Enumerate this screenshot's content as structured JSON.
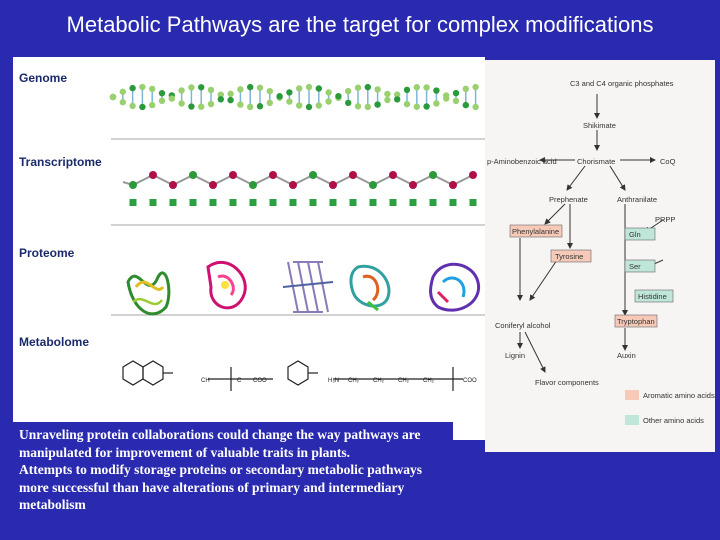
{
  "slide": {
    "title": "Metabolic Pathways are the target for complex modifications"
  },
  "omics": {
    "genome": "Genome",
    "transcriptome": "Transcriptome",
    "proteome": "Proteome",
    "metabolome": "Metabolome"
  },
  "pathway": {
    "start": "C3 and C4 organic phosphates",
    "shikimate": "Shikimate",
    "paba": "p-Aminobenzoic acid",
    "chorismate": "Chorismate",
    "coq": "CoQ",
    "prephenate": "Prephenate",
    "anthranilate": "Anthranilate",
    "prpp": "PRPP",
    "phenylalanine": "Phenylalanine",
    "gln": "Gln",
    "tyrosine": "Tyrosine",
    "ser": "Ser",
    "histidine": "Histidine",
    "tryptophan": "Tryptophan",
    "coniferyl": "Coniferyl alcohol",
    "lignin": "Lignin",
    "auxin": "Auxin",
    "flavor": "Flavor components",
    "legend_aromatic": "Aromatic amino acids",
    "legend_other": "Other amino acids",
    "colors": {
      "aromatic": "#f6c9b8",
      "other": "#bfe6d9"
    }
  },
  "callout": {
    "paragraph1": "Unraveling protein  collaborations could change the way pathways are manipulated for improvement of valuable traits in plants.",
    "paragraph2": "Attempts to modify storage proteins or secondary metabolic pathways more successful than have alterations of primary and intermediary metabolism"
  },
  "colors": {
    "background": "#2a2ab0",
    "title": "#ffffff",
    "label": "#1a2a6a"
  }
}
